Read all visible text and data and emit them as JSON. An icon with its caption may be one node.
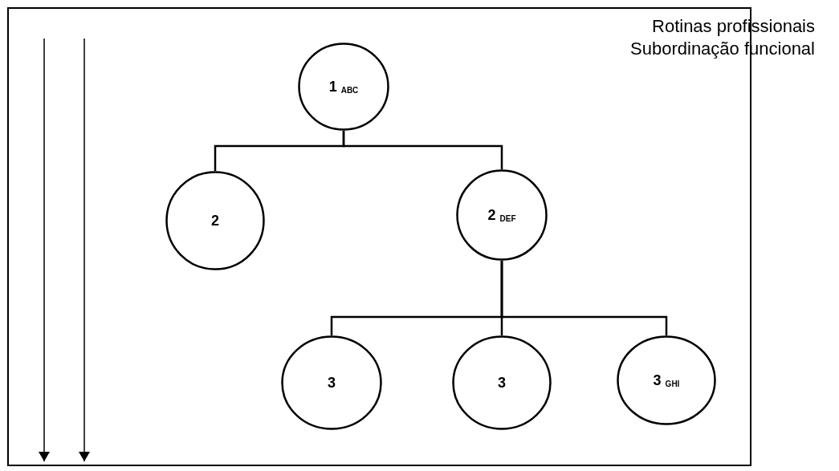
{
  "diagram": {
    "nodes": [
      {
        "text": [
          "1 $_{ABC}$"
        ]
      },
      {
        "text": [
          "2"
        ]
      },
      {
        "text": [
          "2 $_{DEF}$"
        ]
      },
      {
        "text": [
          "3"
        ]
      },
      {
        "text": [
          "3"
        ]
      },
      {
        "text": [
          "3 $_{GHI}$"
        ]
      }
    ],
    "edges": [
      {
        "from": 0,
        "to": 1,
        "arrow": "none"
      },
      {
        "from": 0,
        "to": 2,
        "arrow": "none"
      },
      {
        "from": 2,
        "to": 3,
        "arrow": "none"
      },
      {
        "from": 2,
        "to": 4,
        "arrow": "none"
      },
      {
        "from": 2,
        "to": 5,
        "arrow": "none"
      }
    ],
    "labels": [
      "Rotinas profissionais",
      "Subordinação funcional"
    ]
  }
}
